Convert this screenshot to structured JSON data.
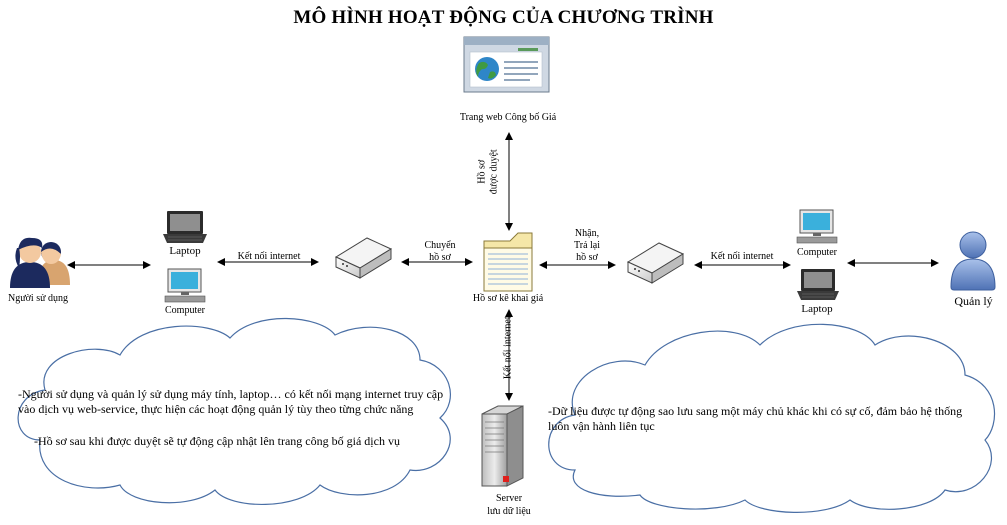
{
  "title": "MÔ HÌNH HOẠT ĐỘNG CỦA CHƯƠNG TRÌNH",
  "nodes": {
    "website": "Trang web Công bố Giá",
    "user": "Người sử dụng",
    "user_laptop": "Laptop",
    "user_computer": "Computer",
    "dossier": "Hồ sơ kê khai giá",
    "admin": "Quản lý",
    "admin_computer": "Computer",
    "admin_laptop": "Laptop",
    "server_line1": "Server",
    "server_line2": "lưu dữ liệu"
  },
  "edges": {
    "left_internet": "Kết nối internet",
    "right_internet": "Kết nối internet",
    "transfer_line1": "Chuyển",
    "transfer_line2": "hồ sơ",
    "receive_line1": "Nhận,",
    "receive_line2": "Trả lại",
    "receive_line3": "hồ sơ",
    "approved_line1": "Hồ sơ",
    "approved_line2": "được duyệt",
    "server_internet": "Kết nối internet"
  },
  "notes": {
    "left_1": "-Người sử dụng và quản lý sử dụng máy tính, laptop… có kết nối mạng internet truy cập vào dịch vụ web-service, thực hiện các hoạt động quản lý tùy theo từng chức năng",
    "left_2": "-Hồ sơ sau khi được duyệt sẽ tự động cập nhật lên trang công bố giá dịch vụ",
    "right_1": "-Dữ liệu được tự động sao lưu sang một máy chủ khác khi có sự cố, đảm bảo hệ thống luôn vận hành liên tục"
  },
  "colors": {
    "cloud_fill": "#ffffff",
    "cloud_stroke": "#4a6fa5",
    "user_icon": "#1c2a5e",
    "admin_icon": "#6f8fc9",
    "screen": "#3ab0dc",
    "server_led": "#e0201c"
  }
}
